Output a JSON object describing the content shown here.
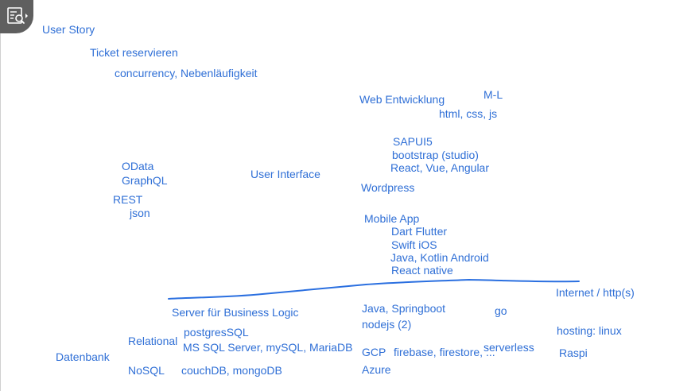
{
  "toolbar": {
    "icon": "search-page-icon"
  },
  "colors": {
    "text": "#2f6fd6",
    "stroke": "#2a6fe0",
    "button_bg": "#5f5f5f"
  },
  "labels": {
    "user_story": "User Story",
    "ticket": "Ticket reservieren",
    "concurrency": "concurrency, Nebenläufigkeit",
    "web_dev": "Web Entwicklung",
    "ml": "M-L",
    "html_css_js": "html, css, js",
    "sapui5": "SAPUI5",
    "bootstrap": "bootstrap (studio)",
    "react_vue_angular": "React, Vue, Angular",
    "wordpress": "Wordpress",
    "odata": "OData",
    "graphql": "GraphQL",
    "rest": "REST",
    "json": "json",
    "user_interface": "User Interface",
    "mobile_app": "Mobile App",
    "dart_flutter": "Dart Flutter",
    "swift_ios": "Swift iOS",
    "java_kotlin_android": "Java, Kotlin Android",
    "react_native": "React native",
    "internet": "Internet / http(s)",
    "server_business_logic": "Server für Business Logic",
    "java_springboot": "Java, Springboot",
    "go": "go",
    "nodejs": "nodejs (2)",
    "hosting_linux": "hosting: linux",
    "postgres": "postgresSQL",
    "relational": "Relational",
    "mssql": "MS SQL Server, mySQL, MariaDB",
    "gcp": "GCP",
    "firebase": "firebase, firestore, ...",
    "serverless": "serverless",
    "raspi": "Raspi",
    "datenbank": "Datenbank",
    "nosql": "NoSQL",
    "couchdb": "couchDB, mongoDB",
    "azure": "Azure"
  }
}
